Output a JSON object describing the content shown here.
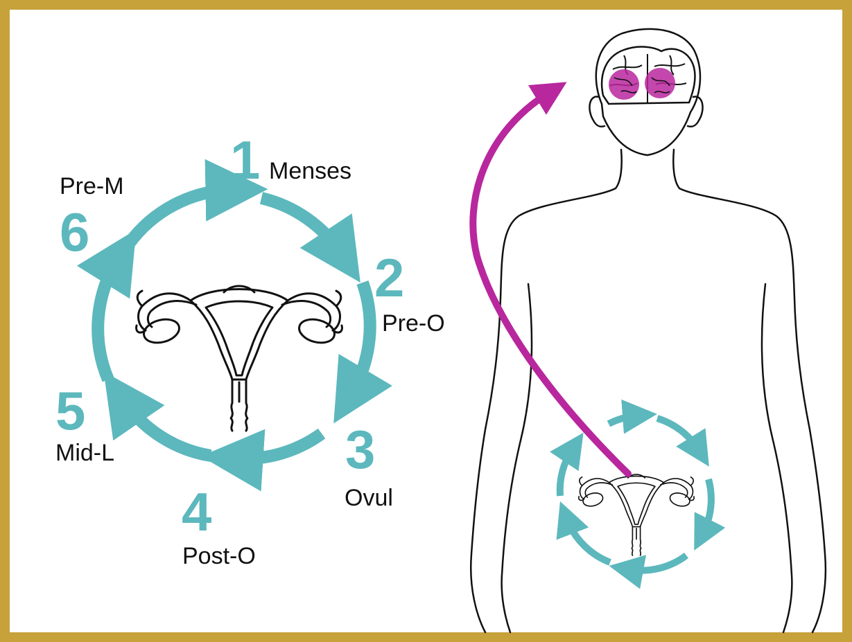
{
  "colors": {
    "frame": "#c7a23a",
    "cycle": "#5cb8bd",
    "accent": "#b8279e",
    "outline": "#111111",
    "background": "#ffffff"
  },
  "phases": [
    {
      "number": "1",
      "label": "Menses"
    },
    {
      "number": "2",
      "label": "Pre-O"
    },
    {
      "number": "3",
      "label": "Ovul"
    },
    {
      "number": "4",
      "label": "Post-O"
    },
    {
      "number": "5",
      "label": "Mid-L"
    },
    {
      "number": "6",
      "label": "Pre-M"
    }
  ],
  "icons": {
    "cycle": "cycle-arrows-icon",
    "uterus": "uterus-icon",
    "body": "human-body-outline-icon",
    "brain": "brain-icon",
    "link": "curved-arrow-icon"
  }
}
